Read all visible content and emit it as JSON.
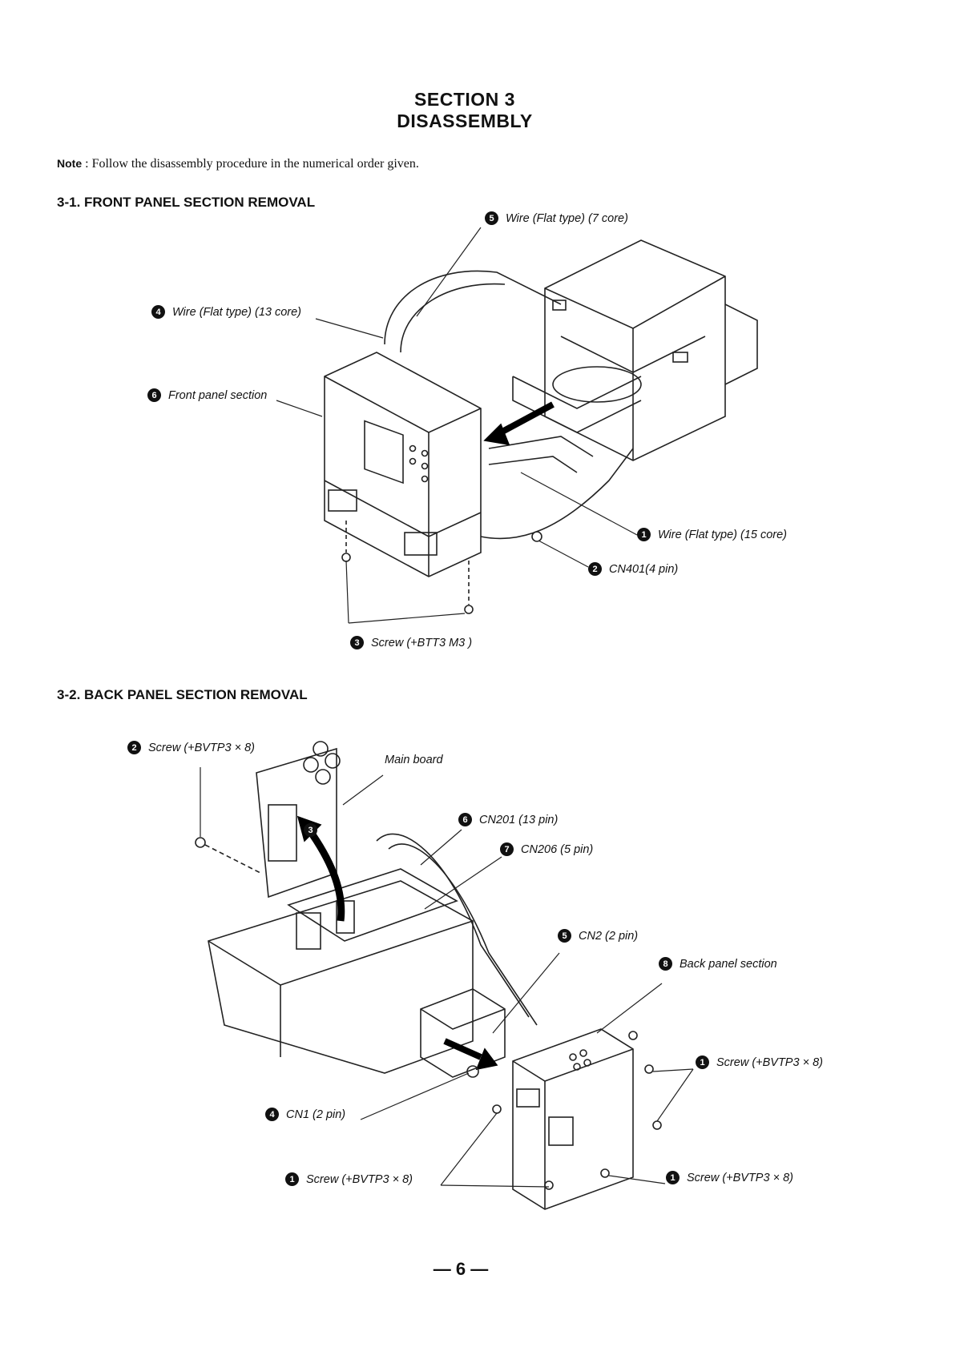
{
  "header": {
    "section": "SECTION 3",
    "title": "DISASSEMBLY"
  },
  "note": {
    "label": "Note",
    "text": " : Follow the disassembly procedure in the numerical order given."
  },
  "front_panel": {
    "heading": "3-1. FRONT PANEL SECTION REMOVAL",
    "callouts": [
      {
        "num": "5",
        "text": "Wire (Flat type) (7 core)"
      },
      {
        "num": "4",
        "text": "Wire (Flat type) (13 core)"
      },
      {
        "num": "6",
        "text": "Front panel section"
      },
      {
        "num": "1",
        "text": "Wire (Flat type) (15 core)"
      },
      {
        "num": "2",
        "text": "CN401(4 pin)"
      },
      {
        "num": "3",
        "text": "Screw (+BTT3 M3 )"
      }
    ]
  },
  "back_panel": {
    "heading": "3-2. BACK PANEL SECTION REMOVAL",
    "callouts": [
      {
        "num": "2",
        "text": "Screw (+BVTP3 × 8)"
      },
      {
        "num": "",
        "text": "Main board"
      },
      {
        "num": "6",
        "text": "CN201 (13 pin)"
      },
      {
        "num": "7",
        "text": "CN206 (5 pin)"
      },
      {
        "num": "5",
        "text": "CN2 (2 pin)"
      },
      {
        "num": "8",
        "text": "Back panel section"
      },
      {
        "num": "1",
        "text": "Screw (+BVTP3 × 8)"
      },
      {
        "num": "4",
        "text": "CN1 (2 pin)"
      },
      {
        "num": "1",
        "text": "Screw (+BVTP3 × 8)"
      },
      {
        "num": "1",
        "text": "Screw (+BVTP3 × 8)"
      }
    ],
    "board_marker": "3"
  },
  "footer": {
    "page_number": "— 6 —"
  }
}
